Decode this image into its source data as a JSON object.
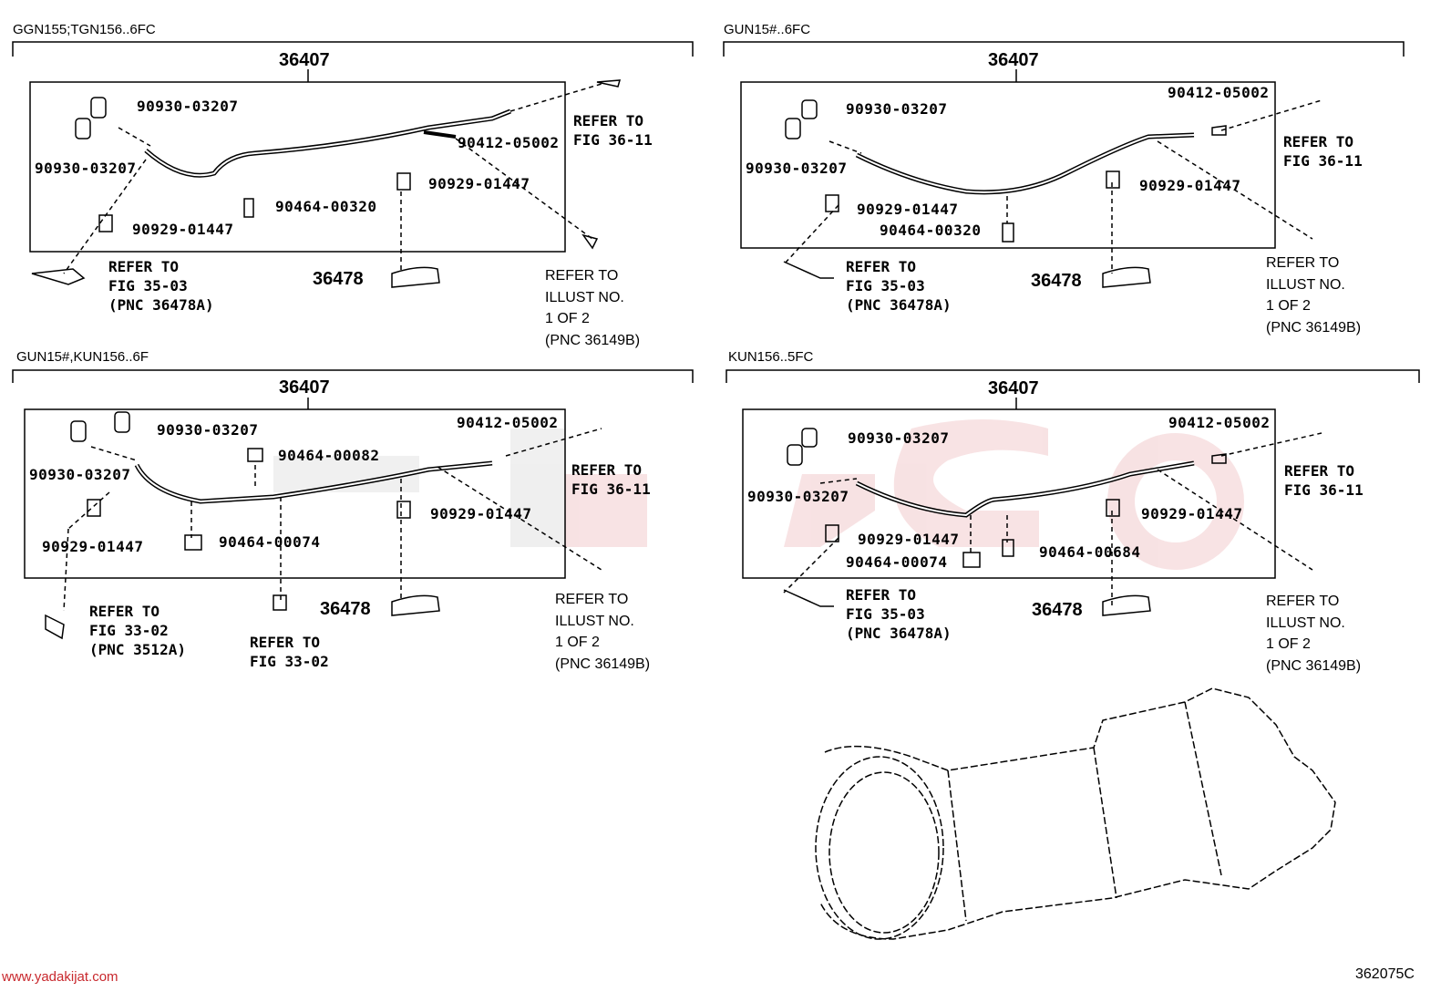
{
  "panels": [
    {
      "model": "GGN155;TGN156..6FC",
      "assembly": "36407",
      "parts": [
        "90930-03207",
        "90930-03207",
        "90412-05002",
        "90929-01447",
        "90464-00320",
        "90929-01447",
        "36478"
      ],
      "refs": [
        "REFER TO\nFIG 36-11",
        "REFER TO\nFIG 35-03\n(PNC 36478A)"
      ],
      "illust": "REFER TO\nILLUST NO.\n1 OF 2\n(PNC 36149B)"
    },
    {
      "model": "GUN15#..6FC",
      "assembly": "36407",
      "parts": [
        "90412-05002",
        "90930-03207",
        "90930-03207",
        "90929-01447",
        "90929-01447",
        "90464-00320",
        "36478"
      ],
      "refs": [
        "REFER TO\nFIG 36-11",
        "REFER TO\nFIG 35-03\n(PNC 36478A)"
      ],
      "illust": "REFER TO\nILLUST NO.\n1 OF 2\n(PNC 36149B)"
    },
    {
      "model": "GUN15#,KUN156..6F",
      "assembly": "36407",
      "parts": [
        "90930-03207",
        "90930-03207",
        "90412-05002",
        "90464-00082",
        "90929-01447",
        "90464-00074",
        "90929-01447",
        "36478"
      ],
      "refs": [
        "REFER TO\nFIG 36-11",
        "REFER TO\nFIG 33-02\n(PNC 3512A)",
        "REFER TO\nFIG 33-02"
      ],
      "illust": "REFER TO\nILLUST NO.\n1 OF 2\n(PNC 36149B)"
    },
    {
      "model": "KUN156..5FC",
      "assembly": "36407",
      "parts": [
        "90930-03207",
        "90930-03207",
        "90412-05002",
        "90929-01447",
        "90929-01447",
        "90464-00074",
        "90464-00684",
        "36478"
      ],
      "refs": [
        "REFER TO\nFIG 36-11",
        "REFER TO\nFIG 35-03\n(PNC 36478A)"
      ],
      "illust": "REFER TO\nILLUST NO.\n1 OF 2\n(PNC 36149B)"
    }
  ],
  "footer": {
    "website": "www.yadakijat.com",
    "code": "362075C"
  },
  "watermark": {
    "color": "#c8282d",
    "secondary_color": "#d9d9d9"
  }
}
